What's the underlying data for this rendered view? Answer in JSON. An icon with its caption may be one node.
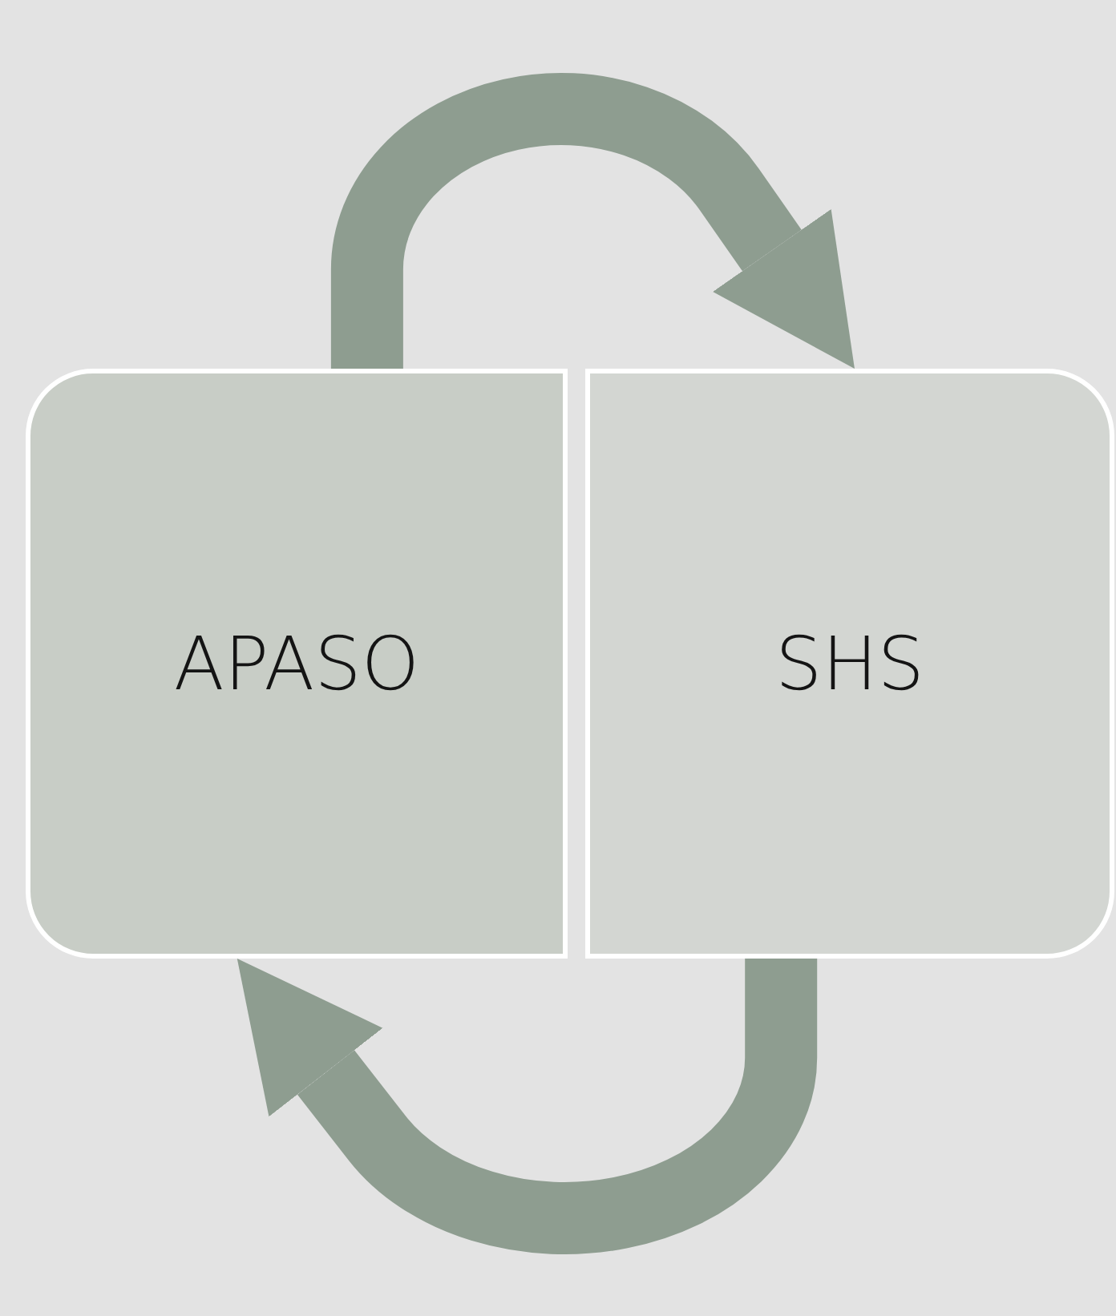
{
  "diagram": {
    "nodes": [
      {
        "text": [
          "APASO"
        ]
      },
      {
        "text": [
          "SHS"
        ]
      }
    ],
    "edges": [
      {
        "from": 0,
        "to": 1,
        "arrow": "to"
      },
      {
        "from": 1,
        "to": 0,
        "arrow": "to"
      }
    ]
  }
}
